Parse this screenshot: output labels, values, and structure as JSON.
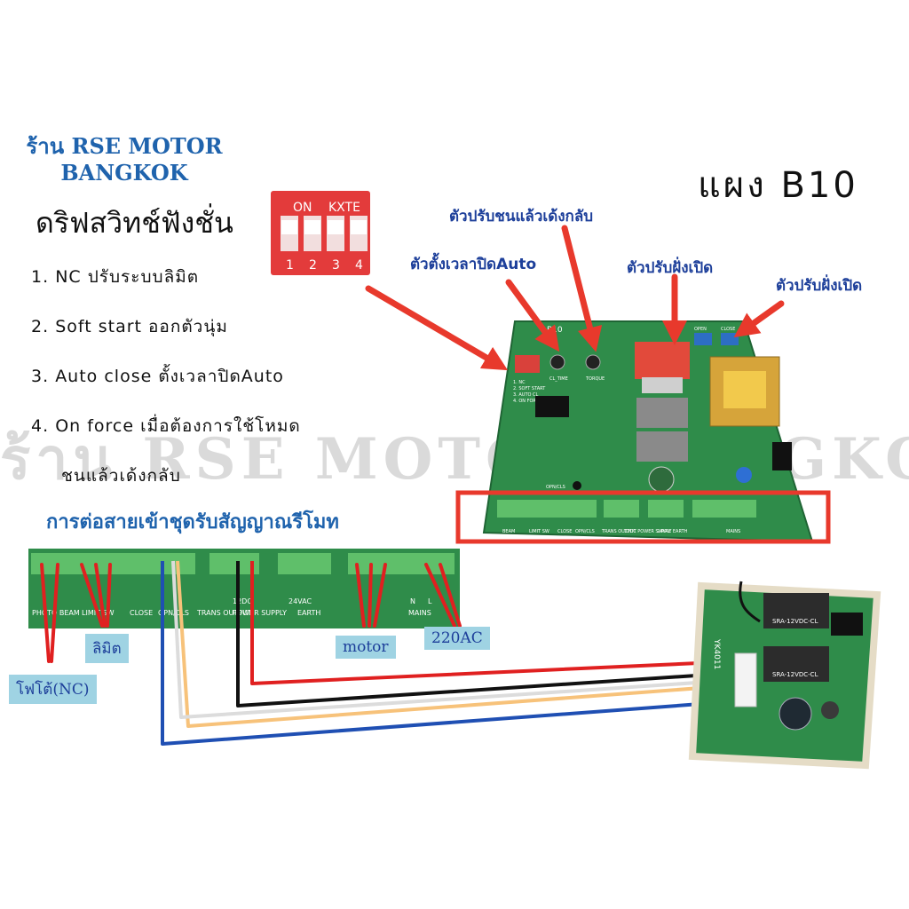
{
  "shop": {
    "line1": "ร้าน RSE MOTOR",
    "line2": "BANGKOK"
  },
  "board_title": "แผง B10",
  "dip_heading": "ดริฟสวิทช์ฟังชั่น",
  "dip_switch": {
    "top_labels": [
      "ON",
      "KXTE"
    ],
    "numbers": [
      "1",
      "2",
      "3",
      "4"
    ]
  },
  "functions": [
    {
      "num": "1.",
      "text": "NC ปรับระบบลิมิต"
    },
    {
      "num": "2.",
      "text": "Soft start ออกตัวนุ่ม"
    },
    {
      "num": "3.",
      "text": "Auto close ตั้งเวลาปิดAuto"
    },
    {
      "num": "4.",
      "text": "On force เมื่อต้องการใช้โหมด",
      "cont": "ชนแล้วเด้งกลับ"
    }
  ],
  "callouts": {
    "bounce_adjust": "ตัวปรับชนแล้วเด้งกลับ",
    "auto_timer": "ตัวตั้งเวลาปิดAuto",
    "open_adjust_1": "ตัวปรับฝั่งเปิด",
    "open_adjust_2": "ตัวปรับฝั่งเปิด"
  },
  "board_labels": {
    "model": "B10",
    "switch_labels": [
      "1. NC",
      "2. SOFT START",
      "3. AUTO CL",
      "4. ON FORCE"
    ],
    "pot_labels": [
      "CL_TIME",
      "TORQUE"
    ],
    "trim_labels": [
      "OPEN",
      "CLOSE"
    ],
    "button": "OPN/CLS",
    "terminal_labels": [
      "BEAM",
      "LIMIT SW",
      "CLOSE",
      "OPN/CLS",
      "TRANS OUTPUT",
      "12DC POWER SUPPLY",
      "24VAC EARTH",
      "MAINS"
    ]
  },
  "wiring_heading": "การต่อสายเข้าชุดรับสัญญาณรีโมท",
  "terminal_labels": [
    "PHOTO BEAM",
    "LIMIT SW",
    "CLOSE",
    "OPN/CLS",
    "TRANS OUTPUT",
    "12DC",
    "POWER SUPPLY",
    "24VAC",
    "EARTH",
    "MAINS",
    "N",
    "L"
  ],
  "tags": {
    "photo": "โฟโต้(NC)",
    "limit": "ลิมิต",
    "motor": "motor",
    "ac": "220AC"
  },
  "receiver": {
    "model": "YK4011",
    "relay_labels": [
      "SRA-12VDC-CL",
      "SRA-12VDC-CL"
    ]
  },
  "watermark": "ร้าน RSE MOTOR BANGKOK",
  "colors": {
    "shop_blue": "#1f63ad",
    "arrow_red": "#e8392c",
    "pcb_green": "#2f8c4a",
    "terminal_green": "#5fbf6a",
    "wire_red": "#e02020",
    "wire_black": "#111111",
    "wire_orange": "#f7c27a",
    "wire_white": "#e8e8e8",
    "wire_blue": "#1f4fb3"
  }
}
